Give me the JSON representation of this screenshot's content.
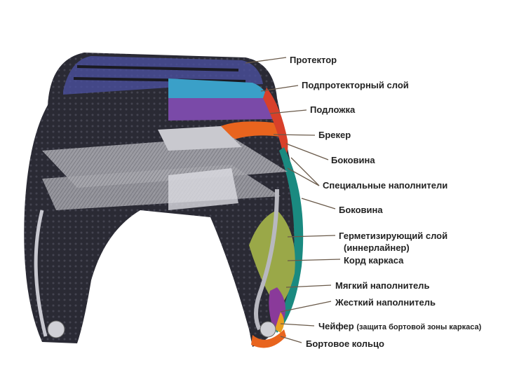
{
  "labels": {
    "tread": "Протектор",
    "undertread": "Подпротекторный слой",
    "base": "Подложка",
    "breaker": "Брекер",
    "sidewall_1": "Боковина",
    "special_fillers": "Специальные наполнители",
    "sidewall_2": "Боковина",
    "sealing_layer": "Герметизирующий слой",
    "innerliner": "(иннерлайнер)",
    "carcass_cord": "Корд каркаса",
    "soft_filler": "Мягкий наполнитель",
    "hard_filler": "Жесткий наполнитель",
    "chafer": "Чейфер",
    "chafer_note": "(защита бортовой зоны каркаса)",
    "bead_ring": "Бортовое кольцо"
  },
  "colors": {
    "tread": "#2a2a3a",
    "tread_blue": "#4a4f9c",
    "undertread": "#3aa0c8",
    "base": "#7a4aa8",
    "breaker": "#e8641e",
    "sidewall": "#d8402a",
    "teal": "#1a8a80",
    "innerliner": "#9aa848",
    "cord": "#9a9aa0"
  }
}
